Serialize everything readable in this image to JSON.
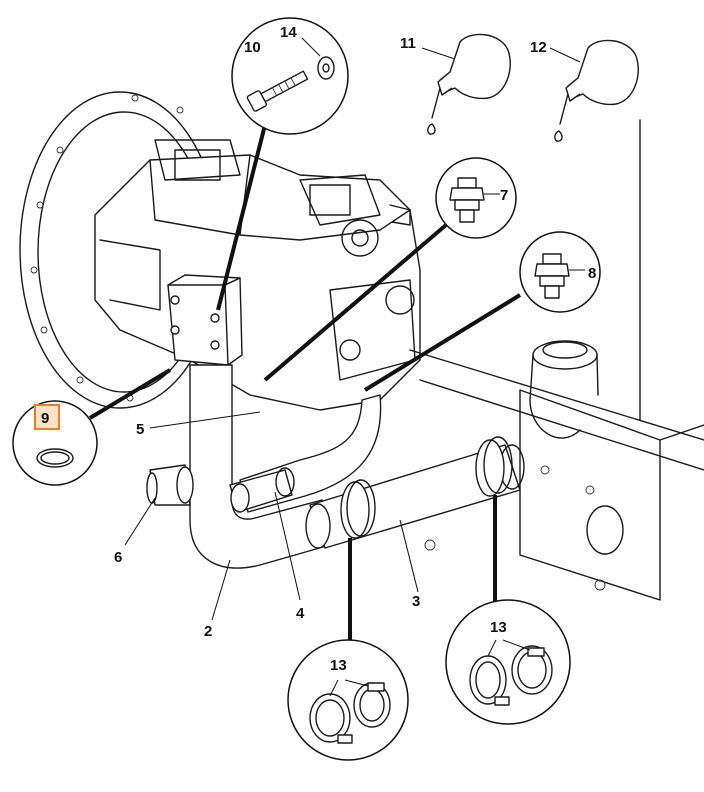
{
  "callouts": {
    "part_2": "2",
    "part_3": "3",
    "part_4": "4",
    "part_5": "5",
    "part_6": "6",
    "part_7": "7",
    "part_8": "8",
    "part_9": "9",
    "part_10": "10",
    "part_11": "11",
    "part_12": "12",
    "part_13_a": "13",
    "part_13_b": "13",
    "part_14": "14"
  },
  "colors": {
    "highlight_border": "#f07c1e",
    "highlight_fill": "#fde3cc",
    "line": "#1a1a1a"
  },
  "highlighted_part": "9"
}
